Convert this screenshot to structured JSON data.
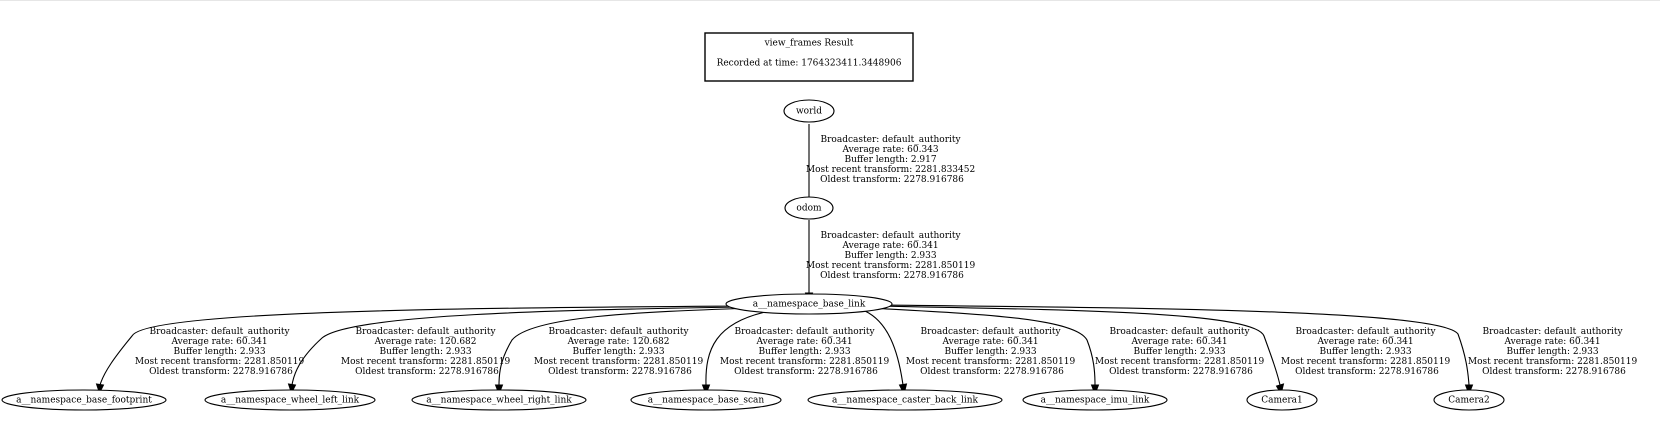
{
  "title_box": {
    "title": "view_frames Result",
    "recorded_at": "Recorded at time: 1764323411.3448906"
  },
  "nodes": {
    "world": "world",
    "odom": "odom",
    "base_link": "a__namespace_base_link",
    "base_footprint": "a__namespace_base_footprint",
    "wheel_left_link": "a__namespace_wheel_left_link",
    "wheel_right_link": "a__namespace_wheel_right_link",
    "base_scan": "a__namespace_base_scan",
    "caster_back_link": "a__namespace_caster_back_link",
    "imu_link": "a__namespace_imu_link",
    "camera1": "Camera1",
    "camera2": "Camera2"
  },
  "edges": {
    "world_odom": [
      "Broadcaster: default_authority",
      "Average rate: 60.343",
      "Buffer length: 2.917",
      "Most recent transform: 2281.833452",
      "Oldest transform: 2278.916786"
    ],
    "odom_base_link": [
      "Broadcaster: default_authority",
      "Average rate: 60.341",
      "Buffer length: 2.933",
      "Most recent transform: 2281.850119",
      "Oldest transform: 2278.916786"
    ],
    "base_link_base_footprint": [
      "Broadcaster: default_authority",
      "Average rate: 60.341",
      "Buffer length: 2.933",
      "Most recent transform: 2281.850119",
      "Oldest transform: 2278.916786"
    ],
    "base_link_wheel_left_link": [
      "Broadcaster: default_authority",
      "Average rate: 120.682",
      "Buffer length: 2.933",
      "Most recent transform: 2281.850119",
      "Oldest transform: 2278.916786"
    ],
    "base_link_wheel_right_link": [
      "Broadcaster: default_authority",
      "Average rate: 120.682",
      "Buffer length: 2.933",
      "Most recent transform: 2281.850119",
      "Oldest transform: 2278.916786"
    ],
    "base_link_base_scan": [
      "Broadcaster: default_authority",
      "Average rate: 60.341",
      "Buffer length: 2.933",
      "Most recent transform: 2281.850119",
      "Oldest transform: 2278.916786"
    ],
    "base_link_caster_back_link": [
      "Broadcaster: default_authority",
      "Average rate: 60.341",
      "Buffer length: 2.933",
      "Most recent transform: 2281.850119",
      "Oldest transform: 2278.916786"
    ],
    "base_link_imu_link": [
      "Broadcaster: default_authority",
      "Average rate: 60.341",
      "Buffer length: 2.933",
      "Most recent transform: 2281.850119",
      "Oldest transform: 2278.916786"
    ],
    "base_link_camera1": [
      "Broadcaster: default_authority",
      "Average rate: 60.341",
      "Buffer length: 2.933",
      "Most recent transform: 2281.850119",
      "Oldest transform: 2278.916786"
    ],
    "base_link_camera2": [
      "Broadcaster: default_authority",
      "Average rate: 60.341",
      "Buffer length: 2.933",
      "Most recent transform: 2281.850119",
      "Oldest transform: 2278.916786"
    ]
  }
}
